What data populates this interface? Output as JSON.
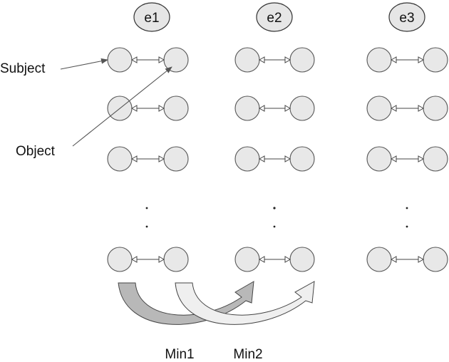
{
  "columns": [
    {
      "label": "e1"
    },
    {
      "label": "e2"
    },
    {
      "label": "e3"
    }
  ],
  "annotations": {
    "subject": "Subject",
    "object": "Object"
  },
  "arrows": [
    {
      "label": "Min1",
      "fill": "#b8b8b8"
    },
    {
      "label": "Min2",
      "fill": "#efefef"
    }
  ],
  "colors": {
    "node_fill": "#e8e8e8",
    "node_stroke": "#555555",
    "arrow_stroke": "#444444"
  }
}
